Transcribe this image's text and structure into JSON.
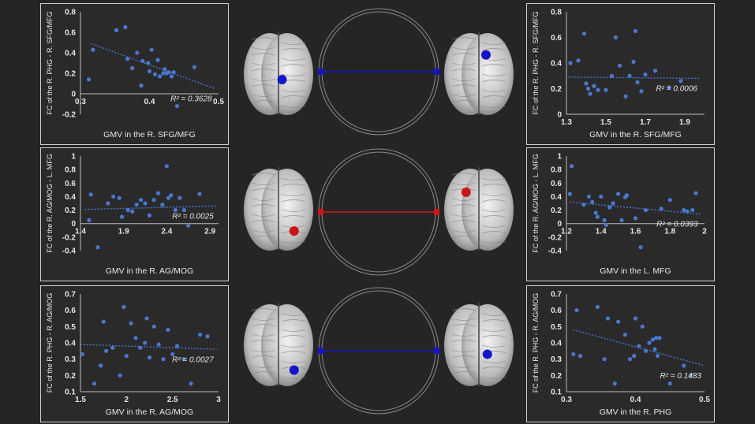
{
  "colors": {
    "background": "#252525",
    "point": "#4a78d0",
    "axis_text": "#e6e6e6",
    "trend": "#4a78d0",
    "node_blue": "#1515c8",
    "node_red": "#cc1515",
    "ring": "#8a8a8a"
  },
  "chart_data": [
    {
      "type": "scatter",
      "xlabel": "GMV in the R. SFG/MFG",
      "ylabel": "FC of the R. PHG - R. SFG/MFG",
      "xlim": [
        0.3,
        0.5
      ],
      "ylim": [
        -0.2,
        0.8
      ],
      "xticks": [
        "0.3",
        "0.4",
        "0.5"
      ],
      "xtick_values": [
        0.3,
        0.4,
        0.5
      ],
      "yticks": [
        "-0.2",
        "0",
        "0.2",
        "0.4",
        "0.6",
        "0.8"
      ],
      "ytick_values": [
        -0.2,
        0,
        0.2,
        0.4,
        0.6,
        0.8
      ],
      "r2_label": "R² = 0.3628",
      "trend": [
        [
          0.315,
          0.49
        ],
        [
          0.495,
          0.05
        ]
      ],
      "x": [
        0.312,
        0.318,
        0.352,
        0.365,
        0.368,
        0.375,
        0.382,
        0.388,
        0.39,
        0.398,
        0.4,
        0.403,
        0.408,
        0.412,
        0.415,
        0.42,
        0.422,
        0.425,
        0.428,
        0.432,
        0.435,
        0.44,
        0.465
      ],
      "y": [
        0.14,
        0.43,
        0.62,
        0.65,
        0.34,
        0.25,
        0.4,
        0.08,
        0.32,
        0.3,
        0.22,
        0.43,
        0.19,
        0.33,
        0.17,
        0.2,
        0.24,
        0.2,
        0.21,
        0.17,
        0.21,
        -0.12,
        0.26
      ]
    },
    {
      "type": "scatter",
      "xlabel": "GMV in the R. SFG/MFG",
      "ylabel": "FC of the R. PHG - R. SFG/MFG",
      "xlim": [
        1.3,
        2.0
      ],
      "ylim": [
        0,
        0.8
      ],
      "xticks": [
        "1.3",
        "1.5",
        "1.7",
        "1.9"
      ],
      "xtick_values": [
        1.3,
        1.5,
        1.7,
        1.9
      ],
      "yticks": [
        "0",
        "0.2",
        "0.4",
        "0.6",
        "0.8"
      ],
      "ytick_values": [
        0,
        0.2,
        0.4,
        0.6,
        0.8
      ],
      "r2_label": "R² = 0.0006",
      "trend": [
        [
          1.31,
          0.29
        ],
        [
          1.98,
          0.28
        ]
      ],
      "x": [
        1.32,
        1.36,
        1.39,
        1.4,
        1.41,
        1.42,
        1.44,
        1.46,
        1.5,
        1.53,
        1.55,
        1.57,
        1.6,
        1.62,
        1.64,
        1.65,
        1.66,
        1.68,
        1.7,
        1.75,
        1.82,
        1.88
      ],
      "y": [
        0.4,
        0.42,
        0.63,
        0.24,
        0.2,
        0.16,
        0.22,
        0.19,
        0.19,
        0.3,
        0.6,
        0.38,
        0.14,
        0.3,
        0.41,
        0.65,
        0.25,
        0.18,
        0.31,
        0.34,
        0.21,
        0.26
      ]
    },
    {
      "type": "scatter",
      "xlabel": "GMV in the R. AG/MOG",
      "ylabel": "FC of the R. AG/MOG - L. MFG",
      "xlim": [
        1.4,
        3.0
      ],
      "ylim": [
        -0.4,
        1.0
      ],
      "xticks": [
        "1.4",
        "1.9",
        "2.4",
        "2.9"
      ],
      "xtick_values": [
        1.4,
        1.9,
        2.4,
        2.9
      ],
      "yticks": [
        "-0.4",
        "-0.2",
        "0",
        "0.2",
        "0.4",
        "0.6",
        "0.8",
        "1"
      ],
      "ytick_values": [
        -0.4,
        -0.2,
        0,
        0.2,
        0.4,
        0.6,
        0.8,
        1
      ],
      "r2_label": "R² = 0.0025",
      "trend": [
        [
          1.45,
          0.21
        ],
        [
          2.98,
          0.26
        ]
      ],
      "x": [
        1.5,
        1.52,
        1.6,
        1.72,
        1.78,
        1.85,
        1.88,
        1.95,
        2.0,
        2.05,
        2.1,
        2.15,
        2.2,
        2.25,
        2.3,
        2.35,
        2.4,
        2.42,
        2.45,
        2.5,
        2.55,
        2.6,
        2.65,
        2.78
      ],
      "y": [
        0.05,
        0.43,
        -0.35,
        0.3,
        0.4,
        0.38,
        0.1,
        0.2,
        0.18,
        0.28,
        0.35,
        0.3,
        0.12,
        0.35,
        0.45,
        0.28,
        0.85,
        0.38,
        0.42,
        0.2,
        0.38,
        0.2,
        -0.03,
        0.44
      ]
    },
    {
      "type": "scatter",
      "xlabel": "GMV in the L. MFG",
      "ylabel": "FC of the R. AG/MOG - L. MFG",
      "xlim": [
        1.2,
        2.0
      ],
      "ylim": [
        -0.4,
        1.0
      ],
      "xticks": [
        "1.2",
        "1.4",
        "1.6",
        "1.8",
        "2"
      ],
      "xtick_values": [
        1.2,
        1.4,
        1.6,
        1.8,
        2.0
      ],
      "yticks": [
        "-0.4",
        "-0.2",
        "0",
        "0.2",
        "0.4",
        "0.6",
        "0.8",
        "1"
      ],
      "ytick_values": [
        -0.4,
        -0.2,
        0,
        0.2,
        0.4,
        0.6,
        0.8,
        1
      ],
      "r2_label": "R² = 0.0393",
      "trend": [
        [
          1.22,
          0.32
        ],
        [
          1.98,
          0.14
        ]
      ],
      "x": [
        1.22,
        1.23,
        1.3,
        1.33,
        1.35,
        1.37,
        1.38,
        1.4,
        1.42,
        1.43,
        1.45,
        1.47,
        1.5,
        1.52,
        1.54,
        1.55,
        1.6,
        1.63,
        1.66,
        1.75,
        1.8,
        1.88,
        1.9,
        1.93,
        1.95
      ],
      "y": [
        0.44,
        0.85,
        0.28,
        0.4,
        0.32,
        0.16,
        0.1,
        0.4,
        0.05,
        -0.02,
        0.24,
        0.3,
        0.44,
        0.05,
        0.39,
        0.42,
        0.08,
        -0.35,
        0.2,
        0.22,
        0.35,
        0.2,
        0.18,
        0.2,
        0.45
      ]
    },
    {
      "type": "scatter",
      "xlabel": "GMV in the R. AG/MOG",
      "ylabel": "FC of the R. PHG - R. AG/MOG",
      "xlim": [
        1.5,
        3.0
      ],
      "ylim": [
        0.1,
        0.7
      ],
      "xticks": [
        "1.5",
        "2",
        "2.5",
        "3"
      ],
      "xtick_values": [
        1.5,
        2.0,
        2.5,
        3.0
      ],
      "yticks": [
        "0.1",
        "0.2",
        "0.3",
        "0.4",
        "0.5",
        "0.6",
        "0.7"
      ],
      "ytick_values": [
        0.1,
        0.2,
        0.3,
        0.4,
        0.5,
        0.6,
        0.7
      ],
      "r2_label": "R² = 0.0027",
      "trend": [
        [
          1.5,
          0.39
        ],
        [
          2.98,
          0.36
        ]
      ],
      "x": [
        1.52,
        1.65,
        1.72,
        1.75,
        1.78,
        1.85,
        1.93,
        1.97,
        2.0,
        2.05,
        2.1,
        2.15,
        2.2,
        2.22,
        2.25,
        2.3,
        2.35,
        2.4,
        2.45,
        2.5,
        2.55,
        2.62,
        2.7,
        2.8,
        2.88
      ],
      "y": [
        0.33,
        0.15,
        0.26,
        0.53,
        0.35,
        0.37,
        0.2,
        0.62,
        0.32,
        0.52,
        0.43,
        0.37,
        0.4,
        0.55,
        0.31,
        0.5,
        0.39,
        0.3,
        0.48,
        0.33,
        0.38,
        0.3,
        0.15,
        0.45,
        0.44
      ]
    },
    {
      "type": "scatter",
      "xlabel": "GMV in the R. PHG",
      "ylabel": "FC of the R. PHG - R. AG/MOG",
      "xlim": [
        0.3,
        0.5
      ],
      "ylim": [
        0.1,
        0.7
      ],
      "xticks": [
        "0.3",
        "0.4",
        "0.5"
      ],
      "xtick_values": [
        0.3,
        0.4,
        0.5
      ],
      "yticks": [
        "0.1",
        "0.2",
        "0.3",
        "0.4",
        "0.5",
        "0.6",
        "0.7"
      ],
      "ytick_values": [
        0.1,
        0.2,
        0.3,
        0.4,
        0.5,
        0.6,
        0.7
      ],
      "r2_label": "R² = 0.1483",
      "trend": [
        [
          0.31,
          0.48
        ],
        [
          0.5,
          0.26
        ]
      ],
      "x": [
        0.31,
        0.315,
        0.32,
        0.345,
        0.355,
        0.36,
        0.37,
        0.375,
        0.385,
        0.392,
        0.398,
        0.4,
        0.405,
        0.41,
        0.415,
        0.42,
        0.425,
        0.428,
        0.43,
        0.432,
        0.435,
        0.45,
        0.47,
        0.48
      ],
      "y": [
        0.33,
        0.6,
        0.32,
        0.62,
        0.3,
        0.55,
        0.15,
        0.53,
        0.45,
        0.3,
        0.32,
        0.55,
        0.38,
        0.5,
        0.35,
        0.4,
        0.42,
        0.36,
        0.43,
        0.32,
        0.43,
        0.15,
        0.26,
        0.2
      ]
    }
  ]
}
